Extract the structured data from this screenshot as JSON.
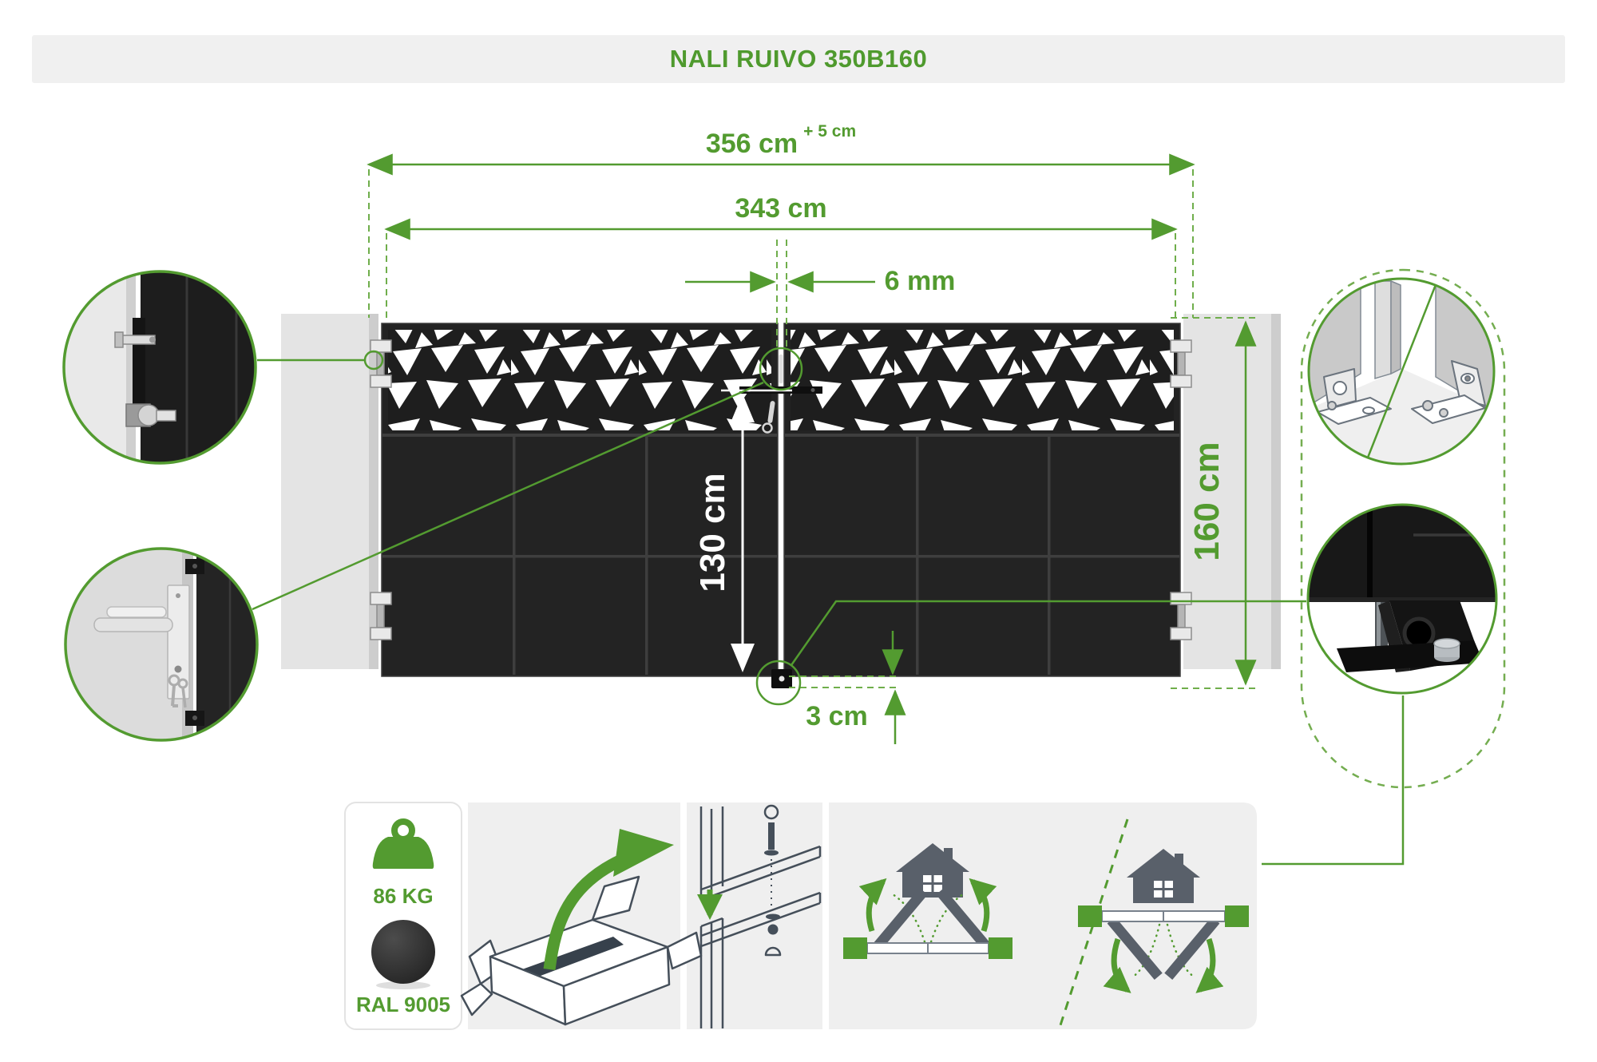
{
  "header": {
    "title": "NALI RUIVO 350B160"
  },
  "dimensions": {
    "overall_width": "356 cm",
    "overall_width_tolerance": "+ 5 cm",
    "leaves_width": "343 cm",
    "center_gap": "6 mm",
    "leaf_height": "130 cm",
    "pillar_height": "160 cm",
    "ground_clearance": "3 cm"
  },
  "specs": {
    "weight": "86 KG",
    "color_code": "RAL 9005"
  },
  "colors": {
    "accent_green": "#539b30",
    "accent_green_light": "#6fae4b",
    "gate_black": "#232323",
    "pattern_dark": "#1e1e1e",
    "seam_gray": "#3e3e3e",
    "pillar_gray": "#e4e4e4",
    "pillar_shade": "#cdcdcd",
    "panel_gray": "#efefef",
    "lineart_slate": "#454f5a",
    "house_gray": "#59606a",
    "swatch_dark": "#2b2b2b"
  },
  "icons": {
    "weight": "weight-icon",
    "color_swatch": "color-swatch",
    "unboxing": "unboxing-icon",
    "assembly": "frame-assembly-icon",
    "open_inward": "gates-open-inward-icon",
    "open_outward": "gates-open-outward-icon",
    "hinge_detail": "hinge-detail-circle",
    "lock_detail": "lock-handle-detail-circle",
    "floor_bracket_detail": "floor-bracket-detail-circle",
    "gate_stop_detail": "gate-stop-detail-circle"
  }
}
